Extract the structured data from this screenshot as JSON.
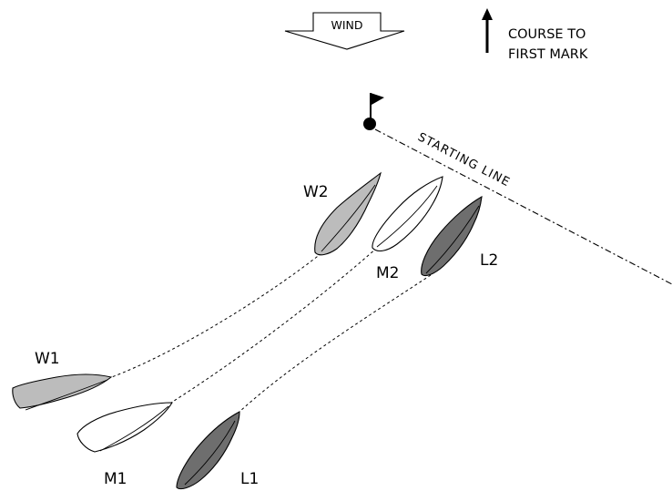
{
  "wind": {
    "label": "WIND"
  },
  "course": {
    "line1": "COURSE TO",
    "line2": "FIRST MARK"
  },
  "starting_line": {
    "label": "STARTING LINE"
  },
  "boats": [
    {
      "id": "W2",
      "label": "W2",
      "position": "windward",
      "color": "#bcbcbc"
    },
    {
      "id": "M2",
      "label": "M2",
      "position": "middle",
      "color": "#ffffff"
    },
    {
      "id": "L2",
      "label": "L2",
      "position": "leeward",
      "color": "#6e6e6e"
    },
    {
      "id": "W1",
      "label": "W1",
      "position": "windward",
      "color": "#bcbcbc"
    },
    {
      "id": "M1",
      "label": "M1",
      "position": "middle",
      "color": "#ffffff"
    },
    {
      "id": "L1",
      "label": "L1",
      "position": "leeward",
      "color": "#6e6e6e"
    }
  ],
  "icons": {
    "mark": "flag-mark-icon",
    "wind": "wind-arrow-icon",
    "course": "course-arrow-icon"
  }
}
